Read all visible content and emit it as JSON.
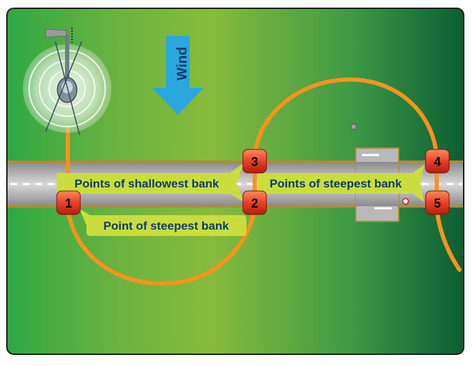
{
  "wind": {
    "label": "Wind"
  },
  "callouts": {
    "shallowest": "Points of shallowest bank",
    "steepest_plural": "Points of steepest bank",
    "steepest_single": "Point of steepest bank"
  },
  "markers": [
    "1",
    "2",
    "3",
    "4",
    "5"
  ],
  "colors": {
    "grass_light": "#7fb83a",
    "grass_dark": "#0d6b3a",
    "path": "#f7931e",
    "wind_arrow": "#29a8e0",
    "callout": "#c9dd3f",
    "marker_red": "#e8402a"
  },
  "icons": [
    "helicopter-icon",
    "windsock-icon",
    "wind-arrow-icon"
  ]
}
